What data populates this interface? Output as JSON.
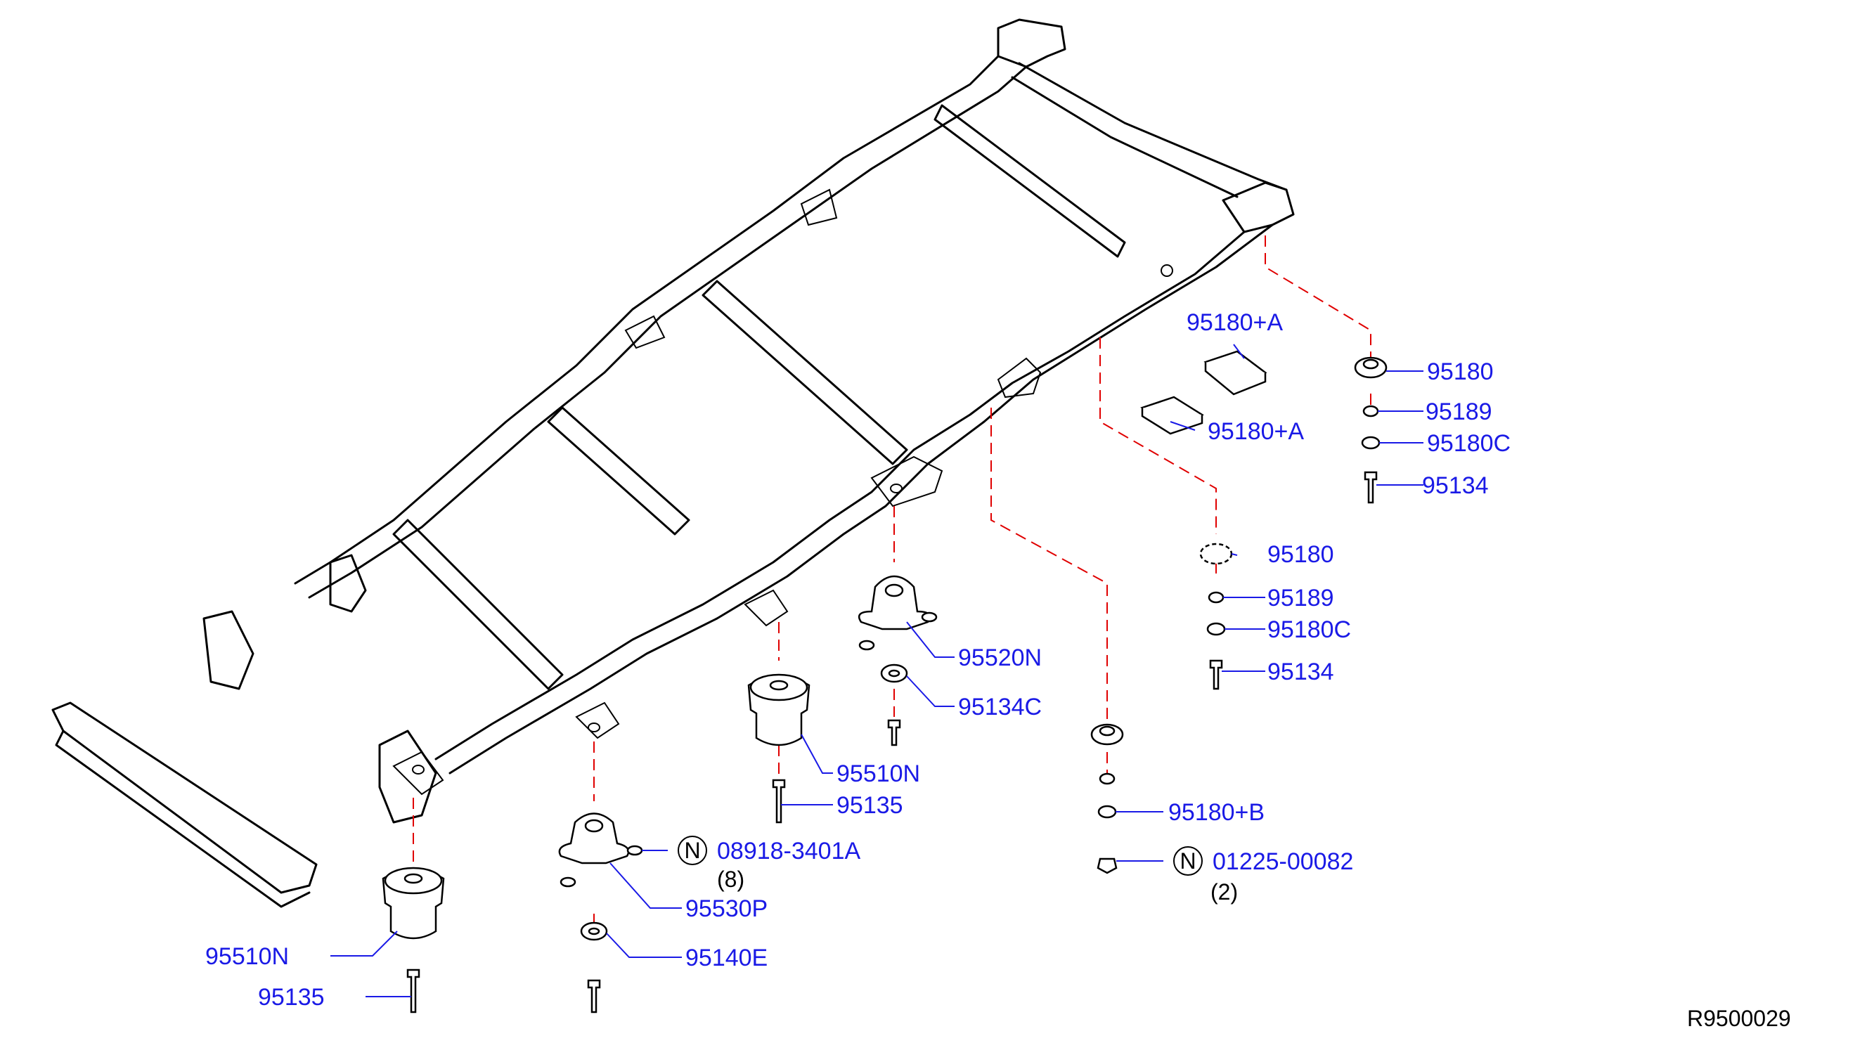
{
  "labels": {
    "p95180A_1": "95180+A",
    "p95180A_2": "95180+A",
    "p95180_a": "95180",
    "p95189_a": "95189",
    "p95180C_a": "95180C",
    "p95134_a": "95134",
    "p95180_b": "95180",
    "p95189_b": "95189",
    "p95180C_b": "95180C",
    "p95134_b": "95134",
    "p95520N": "95520N",
    "p95134C": "95134C",
    "p95510N_a": "95510N",
    "p95135_a": "95135",
    "p95180B": "95180+B",
    "p01225": "01225-00082",
    "p01225_qty": "(2)",
    "p08918": "08918-3401A",
    "p08918_qty": "(8)",
    "p95530P": "95530P",
    "p95140E": "95140E",
    "p95510N_b": "95510N",
    "p95135_b": "95135",
    "n_symbol": "N",
    "diagram_id": "R9500029"
  },
  "colors": {
    "part_number": "#1a1ae6",
    "dashed_line": "#e00000",
    "outline": "#000000",
    "background": "#ffffff"
  },
  "icons": {
    "note_marker": "circled-letter-n"
  }
}
